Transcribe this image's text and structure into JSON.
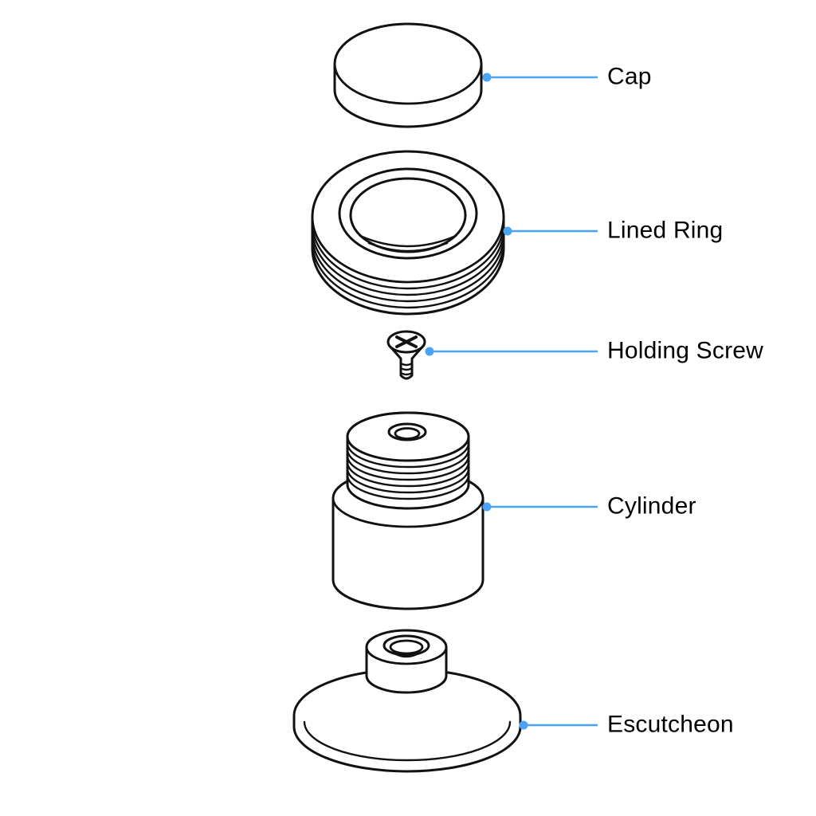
{
  "diagram": {
    "background_color": "#ffffff",
    "line_color": "#111111",
    "accent_color": "#4AA3F5",
    "label_color": "#000000",
    "parts": [
      {
        "id": "cap",
        "label": "Cap"
      },
      {
        "id": "lined-ring",
        "label": "Lined Ring"
      },
      {
        "id": "holding-screw",
        "label": "Holding Screw"
      },
      {
        "id": "cylinder",
        "label": "Cylinder"
      },
      {
        "id": "escutcheon",
        "label": "Escutcheon"
      }
    ]
  }
}
